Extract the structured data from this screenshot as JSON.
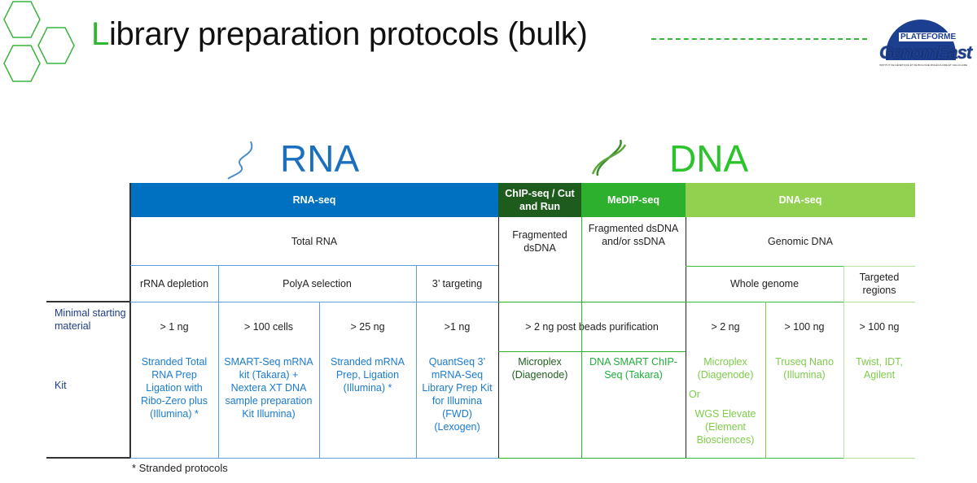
{
  "title": {
    "first_letter": "L",
    "rest": "ibrary preparation protocols (bulk)"
  },
  "logo": {
    "text_top": "PLATEFORME",
    "text_main": "GenomEast",
    "subtitle": "INSTITUT DE GÉNÉTIQUE ET DE BIOLOGIE MOLÉCULAIRE ET CELLULAIRE"
  },
  "sections": {
    "rna": "RNA",
    "dna": "DNA"
  },
  "colors": {
    "rna": "#0070c0",
    "chip": "#1e5c1e",
    "medip": "#2db02d",
    "dnaseq": "#92d050",
    "accent": "#2eb82e"
  },
  "table": {
    "headers": {
      "rnaseq": "RNA-seq",
      "chip": "ChIP-seq / Cut and Run",
      "medip": "MeDIP-seq",
      "dnaseq": "DNA-seq"
    },
    "sample": {
      "rna": "Total RNA",
      "chip": "Fragmented dsDNA",
      "medip": "Fragmented dsDNA and/or ssDNA",
      "dna": "Genomic DNA"
    },
    "strategy": {
      "rrna": "rRNA depletion",
      "polya": "PolyA selection",
      "three": "3’ targeting",
      "whole": "Whole genome",
      "targeted": "Targeted regions"
    },
    "row_labels": {
      "minimal": "Minimal starting material",
      "kit": "Kit"
    },
    "minimal": [
      "> 1 ng",
      "> 100 cells",
      "> 25 ng",
      ">1 ng",
      "> 2 ng post beads purification",
      "> 2 ng",
      "> 100 ng",
      "> 100 ng"
    ],
    "kits": [
      "Stranded Total RNA Prep Ligation with Ribo-Zero plus (Illumina) *",
      "SMART-Seq mRNA kit (Takara) + Nextera XT DNA sample preparation Kit Illumina)",
      "Stranded mRNA Prep, Ligation (Illumina) *",
      "QuantSeq 3’ mRNA-Seq Library Prep Kit for Illumina (FWD) (Lexogen)",
      "Microplex (Diagenode)",
      "DNA SMART ChIP-Seq (Takara)",
      "Microplex (Diagenode)",
      "Truseq Nano (Illumina)",
      "Twist, IDT, Agilent"
    ],
    "kit_or": "Or",
    "kit_alt": "WGS Elevate (Element Biosciences)"
  },
  "footnote": "* Stranded protocols"
}
